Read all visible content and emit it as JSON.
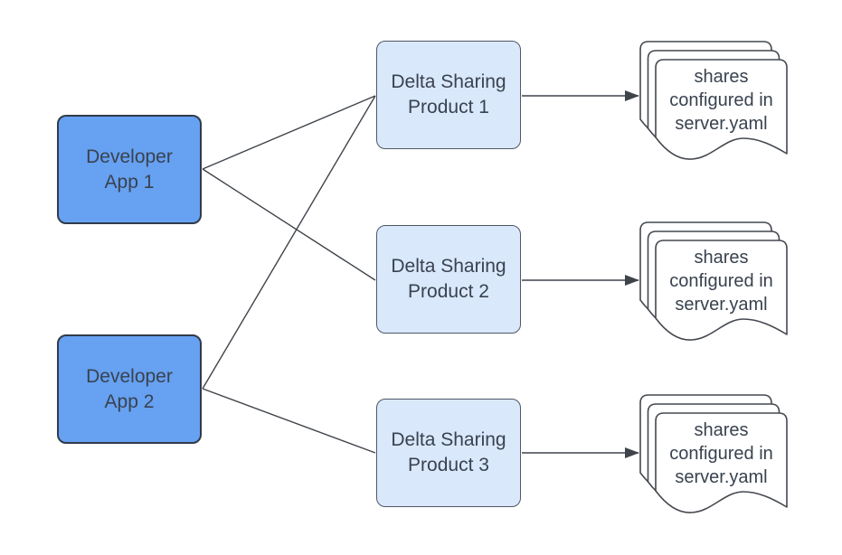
{
  "colors": {
    "developer_app_fill": "#66A1F2",
    "developer_app_border": "#313B49",
    "product_fill": "#DAE8FC",
    "product_border": "#4E5866",
    "document_fill": "#FFFFFF",
    "document_border": "#44484F",
    "connector_line": "#3F444B",
    "label_text": "#39424F"
  },
  "nodes": {
    "dev_apps": [
      {
        "id": "developer-app-1",
        "label": "Developer\nApp 1"
      },
      {
        "id": "developer-app-2",
        "label": "Developer\nApp 2"
      }
    ],
    "products": [
      {
        "id": "delta-sharing-product-1",
        "label": "Delta Sharing\nProduct 1"
      },
      {
        "id": "delta-sharing-product-2",
        "label": "Delta Sharing\nProduct 2"
      },
      {
        "id": "delta-sharing-product-3",
        "label": "Delta Sharing\nProduct 3"
      }
    ],
    "doc_stacks": [
      {
        "id": "doc-stack-1",
        "label": "shares\nconfigured in\nserver.yaml"
      },
      {
        "id": "doc-stack-2",
        "label": "shares\nconfigured in\nserver.yaml"
      },
      {
        "id": "doc-stack-3",
        "label": "shares\nconfigured in\nserver.yaml"
      }
    ]
  },
  "edges": {
    "connections": [
      {
        "from": "developer-app-1",
        "to": "delta-sharing-product-1"
      },
      {
        "from": "developer-app-1",
        "to": "delta-sharing-product-2"
      },
      {
        "from": "developer-app-2",
        "to": "delta-sharing-product-1"
      },
      {
        "from": "developer-app-2",
        "to": "delta-sharing-product-3"
      }
    ],
    "arrows": [
      {
        "from": "delta-sharing-product-1",
        "to": "doc-stack-1"
      },
      {
        "from": "delta-sharing-product-2",
        "to": "doc-stack-2"
      },
      {
        "from": "delta-sharing-product-3",
        "to": "doc-stack-3"
      }
    ]
  }
}
